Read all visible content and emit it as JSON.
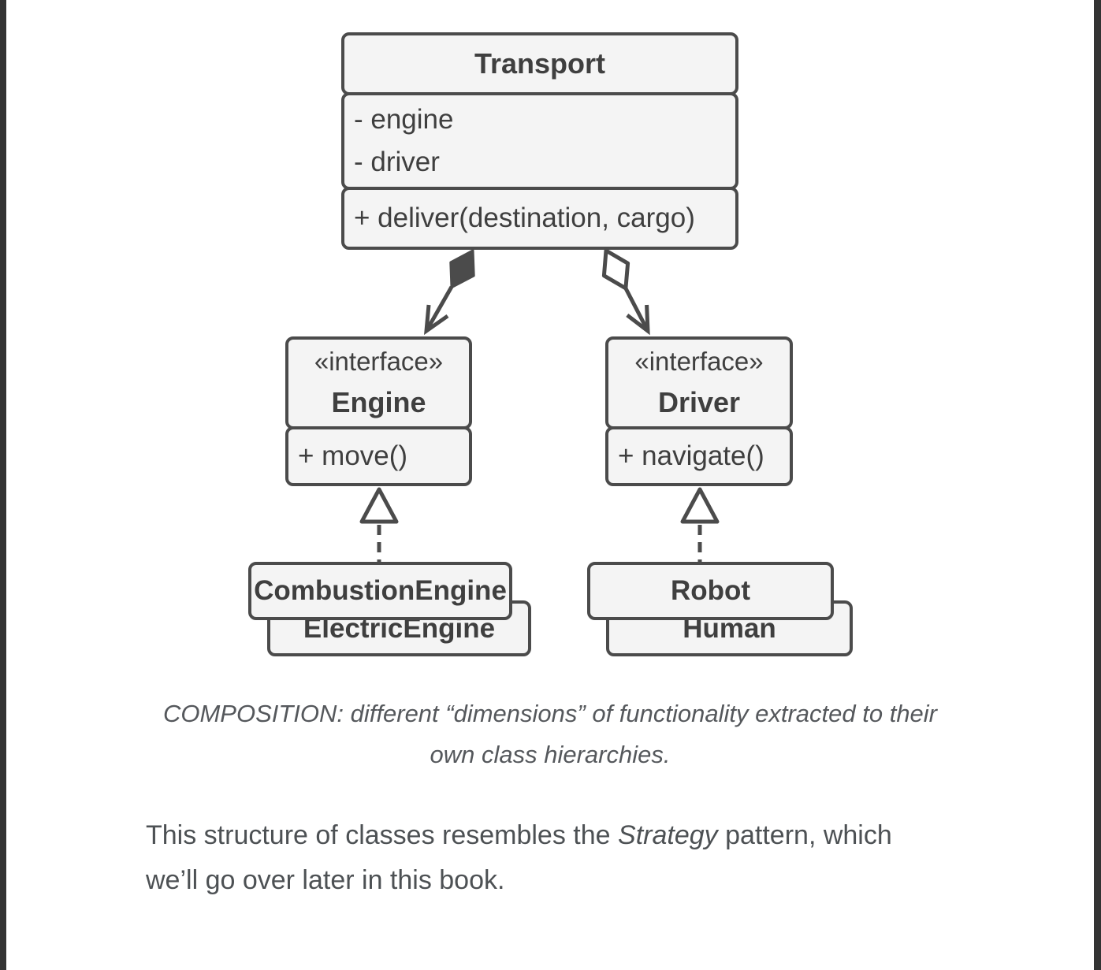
{
  "colors": {
    "frame": "#333333",
    "content_bg": "#ffffff",
    "box_fill": "#f4f4f4",
    "box_border": "#4b4b4b",
    "hollow_fill": "#ffffff",
    "diagram_text": "#3f3f3f",
    "caption_text": "#55585c",
    "body_text": "#4d5154"
  },
  "diagram": {
    "transport": {
      "title": "Transport",
      "fields": [
        "- engine",
        "- driver"
      ],
      "methods": [
        "+ deliver(destination, cargo)"
      ]
    },
    "engine_interface": {
      "stereotype": "«interface»",
      "name": "Engine",
      "methods": [
        "+ move()"
      ]
    },
    "driver_interface": {
      "stereotype": "«interface»",
      "name": "Driver",
      "methods": [
        "+ navigate()"
      ]
    },
    "engine_implementations": [
      "CombustionEngine",
      "ElectricEngine"
    ],
    "driver_implementations": [
      "Robot",
      "Human"
    ]
  },
  "caption": {
    "line1": "COMPOSITION: different “dimensions” of functionality extracted to their",
    "line2": "own class hierarchies."
  },
  "paragraph": {
    "before_italic": "This structure of classes resembles the ",
    "italic": "Strategy",
    "after_italic": " pattern, which",
    "line2": "we’ll go over later in this book."
  }
}
